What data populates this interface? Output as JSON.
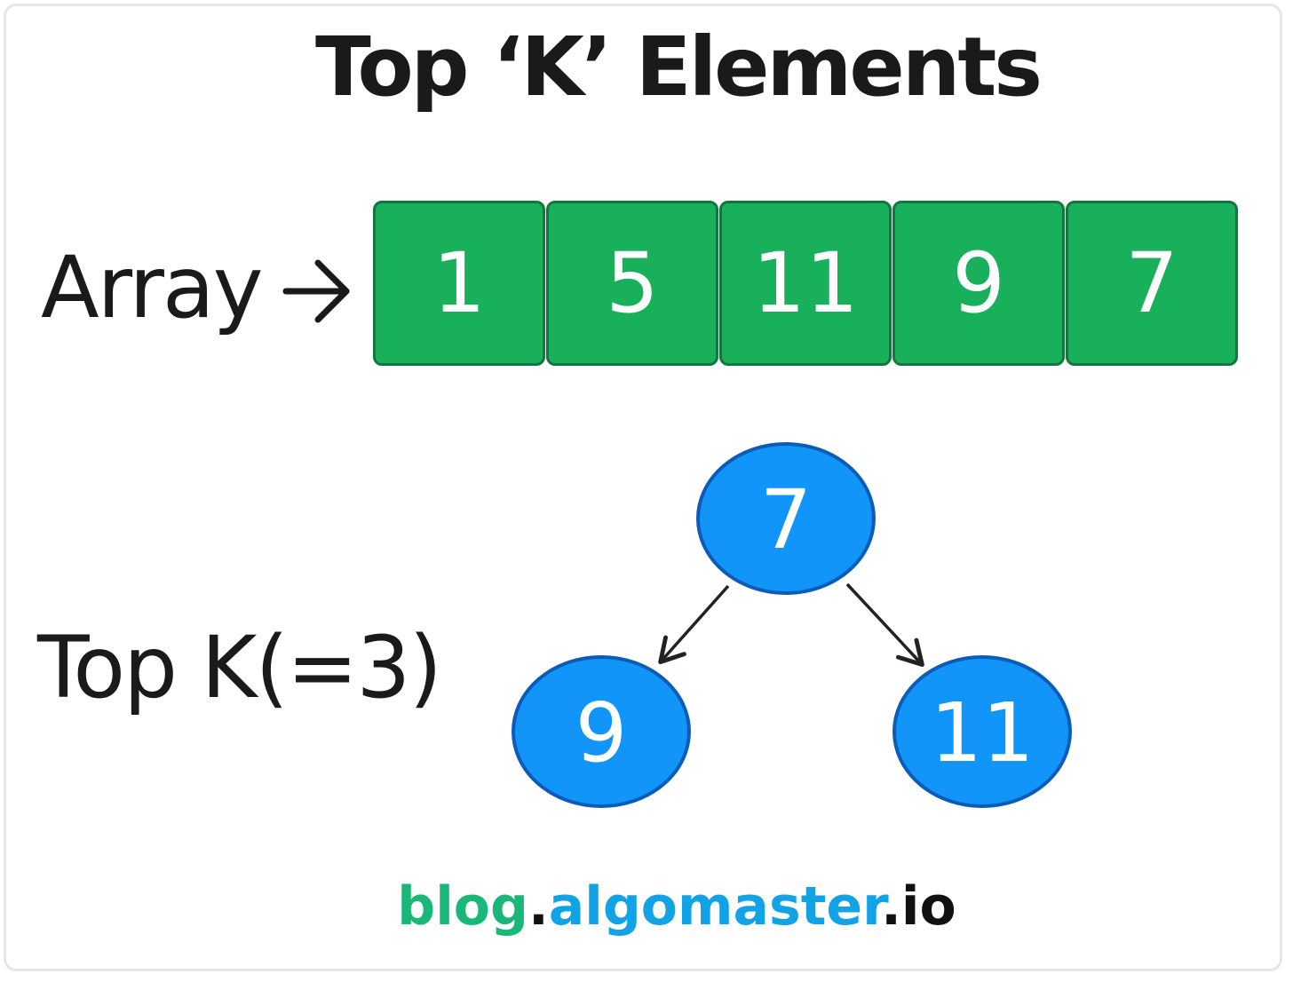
{
  "title": "Top ‘K’ Elements",
  "array": {
    "label": "Array",
    "arrow_icon": "right-arrow-icon",
    "values": [
      "1",
      "5",
      "11",
      "9",
      "7"
    ],
    "cell_color": "#19b05c",
    "cell_border_color": "#13763d"
  },
  "topk": {
    "label": "Top K(=3)"
  },
  "heap": {
    "node_color": "#1195f9",
    "node_border_color": "#0a5cb8",
    "nodes": [
      {
        "value": "7"
      },
      {
        "value": "9"
      },
      {
        "value": "11"
      }
    ]
  },
  "footer": {
    "part1": "blog",
    "part2": ".",
    "part3": "algomaster",
    "part4": ".io",
    "color1": "#19b878",
    "color2": "#111111",
    "color3": "#11a3e6",
    "color4": "#111111"
  }
}
